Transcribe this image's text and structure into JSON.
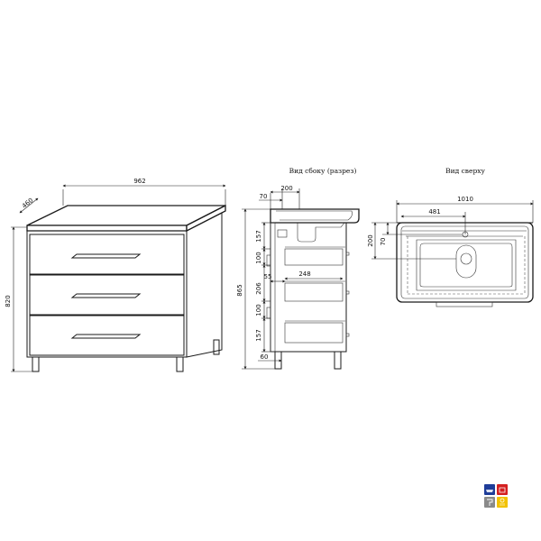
{
  "titles": {
    "side_view": "Вид сбоку (разрез)",
    "top_view": "Вид сверху"
  },
  "dimensions": {
    "front": {
      "width": "962",
      "depth": "460",
      "height": "820"
    },
    "side": {
      "top_offset": "70",
      "sink_width": "200",
      "drawer_top": "157",
      "handle_1": "100",
      "drawer_mid": "206",
      "handle_2": "100",
      "drawer_bottom": "157",
      "total_height": "865",
      "inset": "55",
      "inner_depth": "248",
      "leg_depth": "60"
    },
    "top": {
      "width": "1010",
      "half_width": "481",
      "depth": "200",
      "offset": "70"
    }
  },
  "logo": {
    "colors": [
      "#1f3d99",
      "#d42020",
      "#8a8a8a",
      "#f2c200"
    ],
    "icons": [
      "bath-icon",
      "sink-icon",
      "faucet-icon",
      "shower-icon"
    ]
  }
}
